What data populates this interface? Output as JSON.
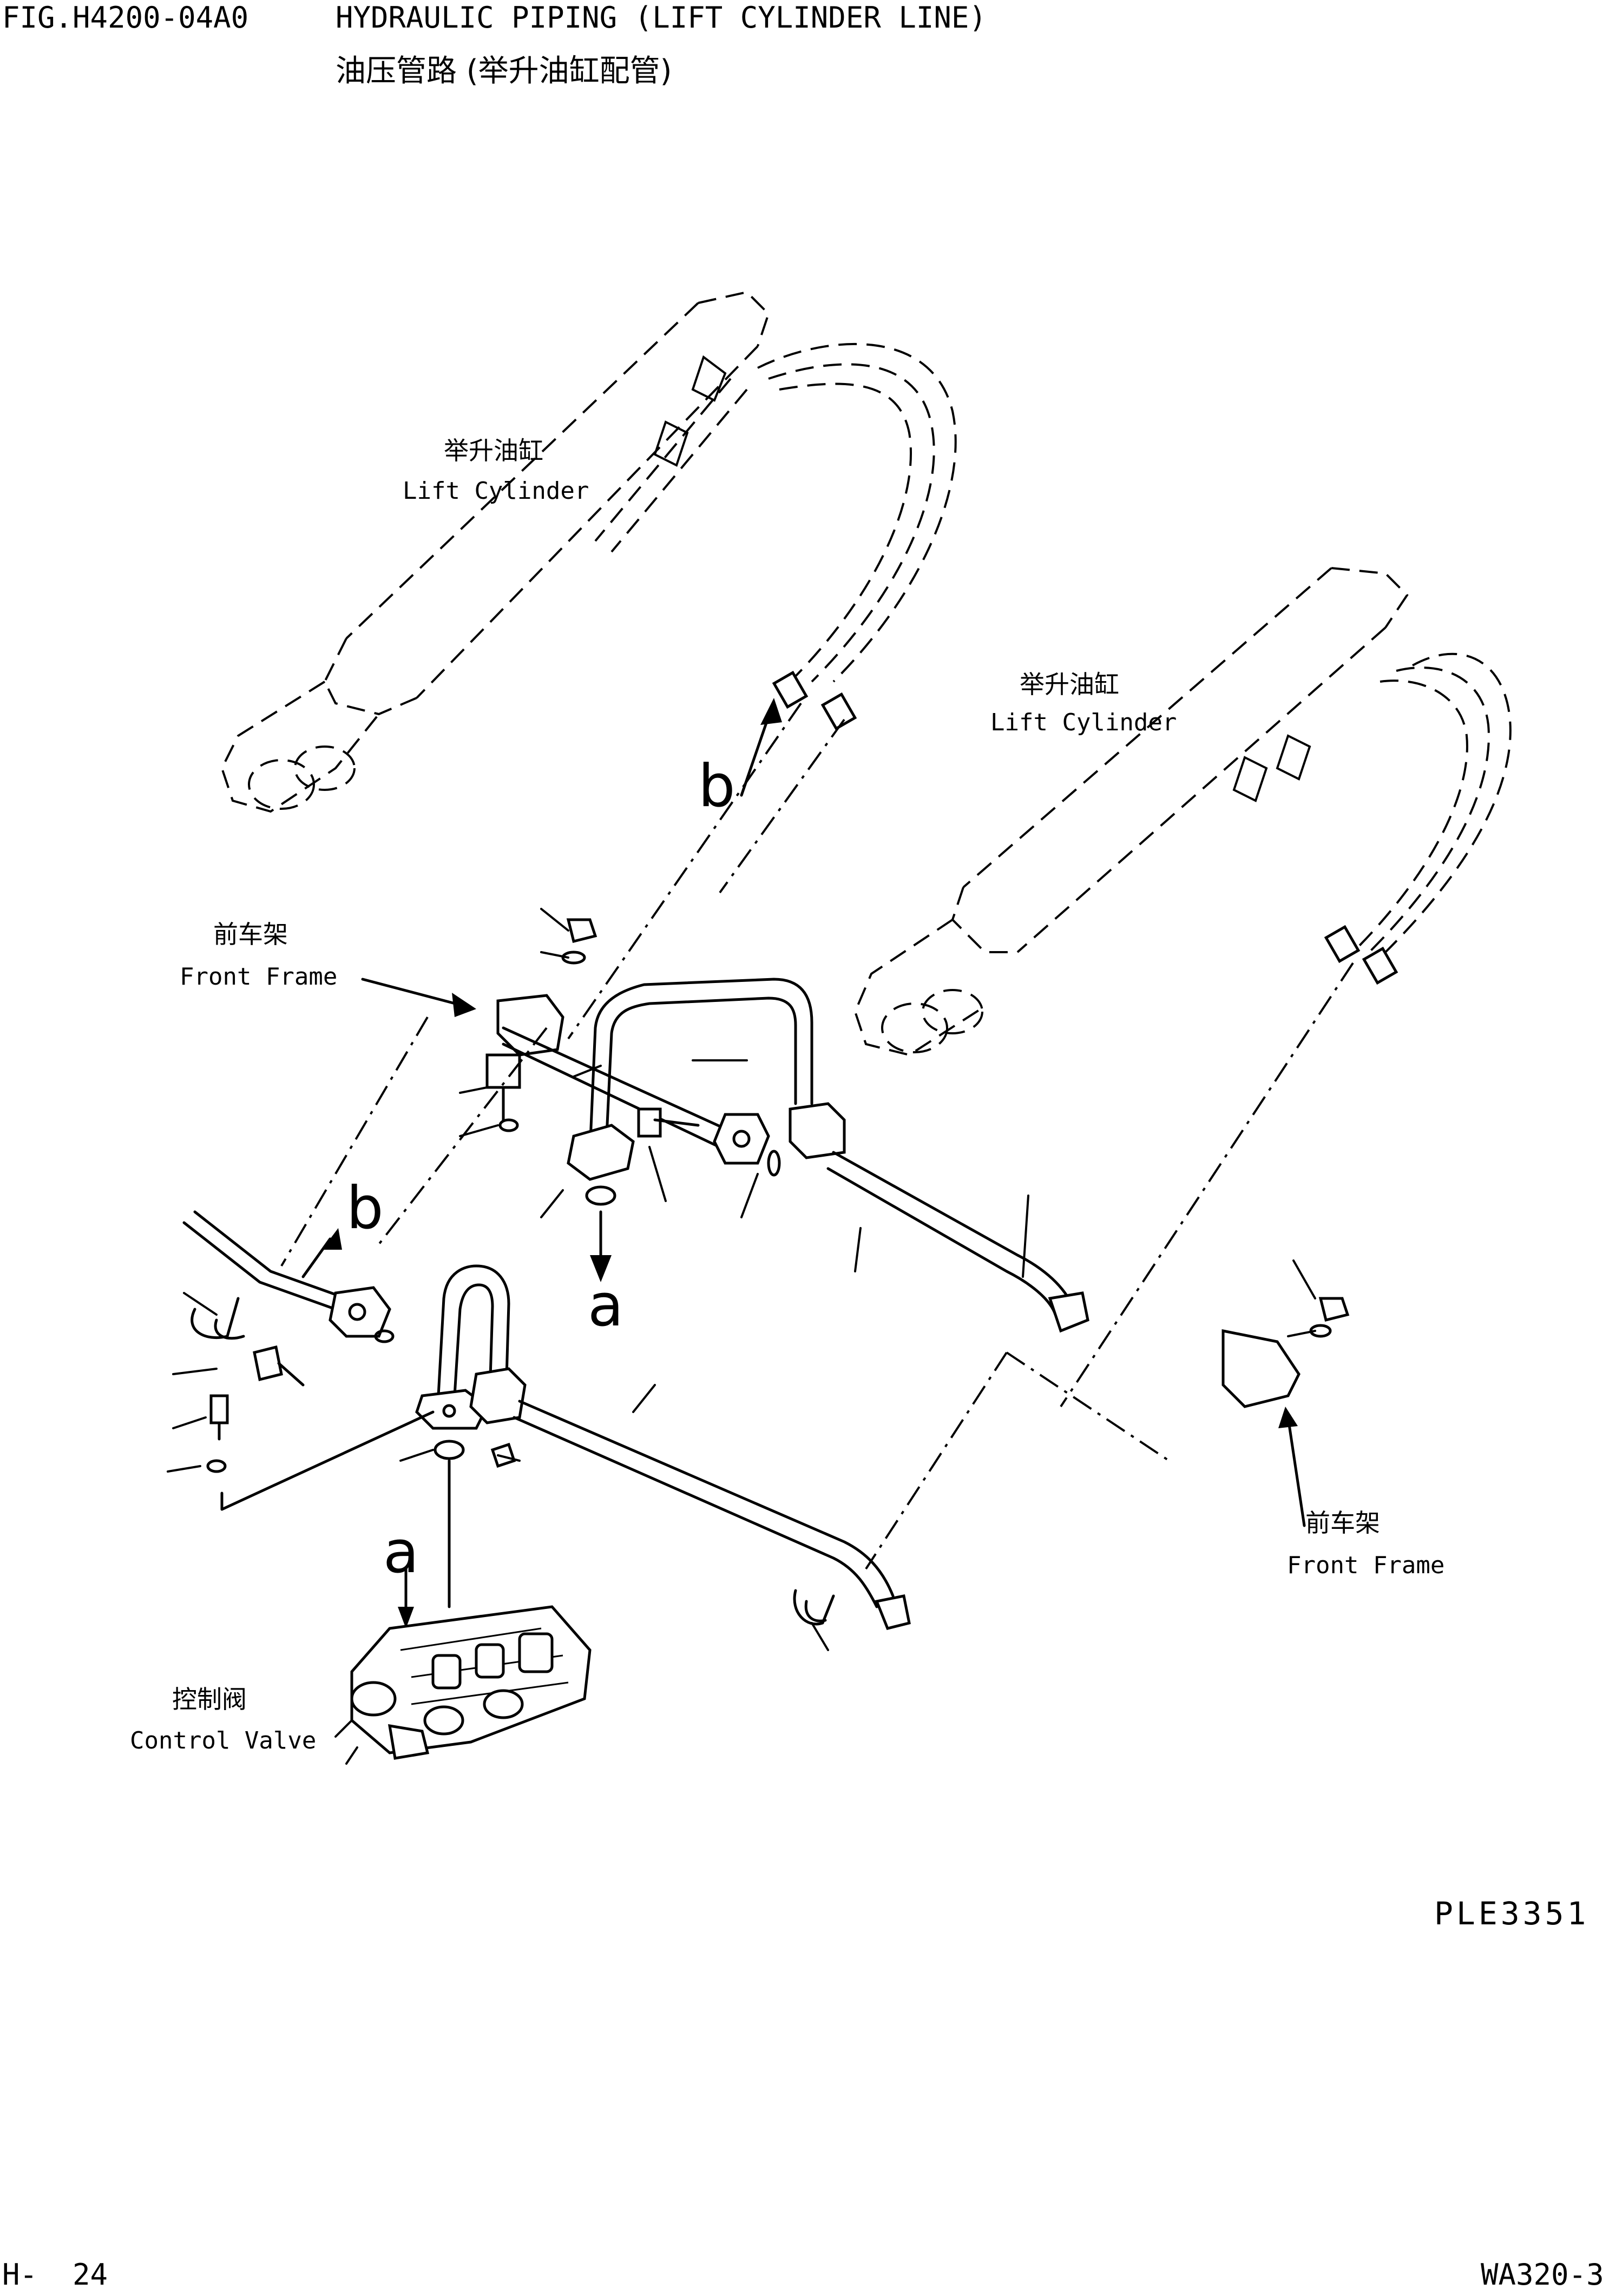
{
  "header": {
    "fig_code": "FIG.H4200-04A0",
    "title_en": "HYDRAULIC PIPING (LIFT CYLINDER LINE)",
    "title_cn": "油压管路 (举升油缸配管)"
  },
  "labels": {
    "lift_cylinder_left": {
      "cn": "举升油缸",
      "en": "Lift Cylinder"
    },
    "lift_cylinder_right": {
      "cn": "举升油缸",
      "en": "Lift Cylinder"
    },
    "front_frame_left": {
      "cn": "前车架",
      "en": "Front Frame"
    },
    "front_frame_right": {
      "cn": "前车架",
      "en": "Front Frame"
    },
    "control_valve": {
      "cn": "控制阀",
      "en": "Control Valve"
    }
  },
  "callouts": {
    "b_upper": "b",
    "b_lower": "b",
    "a_upper": "a",
    "a_lower": "a"
  },
  "drawing_code": "PLE3351",
  "footer": {
    "page": "H-  24",
    "model": "WA320-3"
  }
}
